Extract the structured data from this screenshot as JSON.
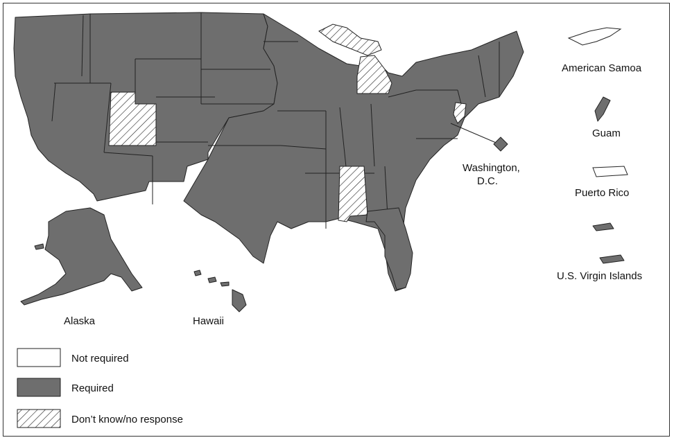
{
  "labels": {
    "american_samoa": "American Samoa",
    "guam": "Guam",
    "puerto_rico": "Puerto Rico",
    "virgin_islands": "U.S. Virgin Islands",
    "dc_line1": "Washington,",
    "dc_line2": "D.C.",
    "alaska": "Alaska",
    "hawaii": "Hawaii"
  },
  "legend": {
    "not_required": "Not required",
    "required": "Required",
    "dont_know": "Don’t know/no response"
  },
  "colors": {
    "required": "#6e6e6e",
    "not_required": "#ffffff",
    "outline": "#222222"
  },
  "categories": {
    "required": "solid gray",
    "not_required": "white",
    "dont_know": "diagonal hatch"
  }
}
